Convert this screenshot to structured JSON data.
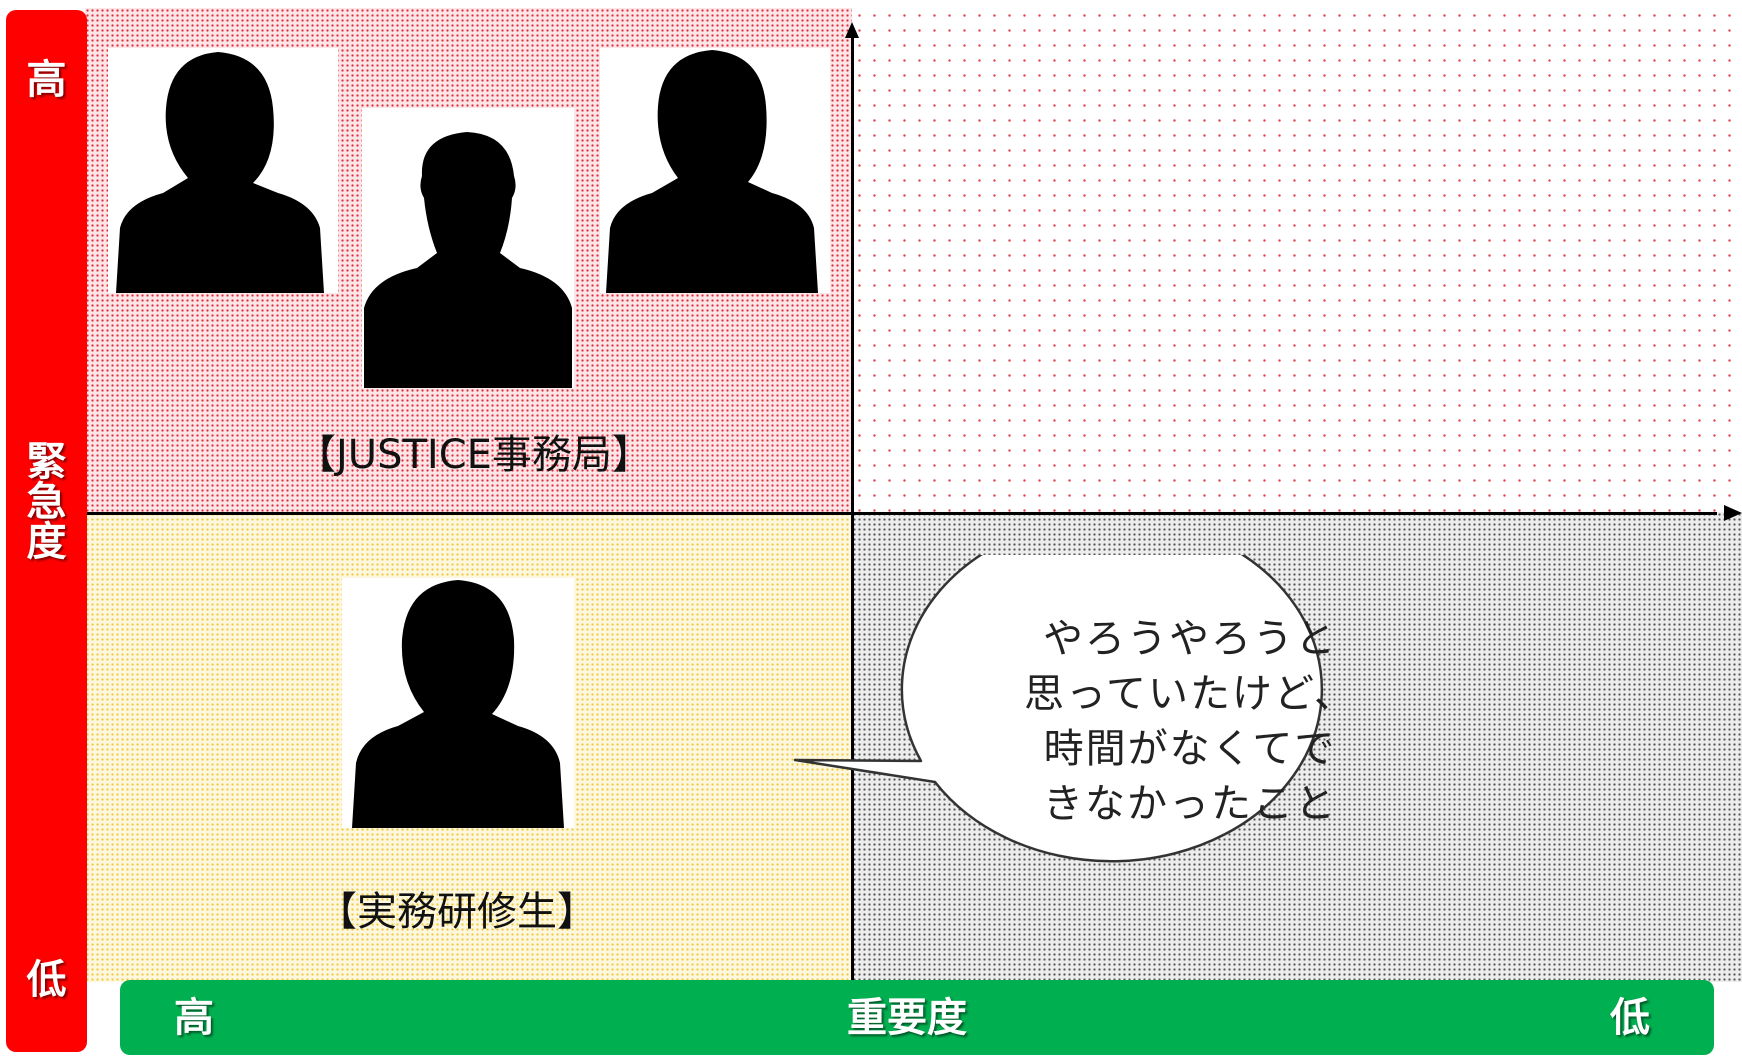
{
  "urgency_axis": {
    "label_top": "高",
    "label_title_chars": [
      "緊",
      "急",
      "度"
    ],
    "label_bottom": "低"
  },
  "importance_axis": {
    "label_left": "高",
    "label_title": "重要度",
    "label_right": "低"
  },
  "groups": {
    "secretariat": {
      "caption": "【JUSTICE事務局】"
    },
    "trainee": {
      "caption": "【実務研修生】"
    }
  },
  "speech_bubble": {
    "lines": [
      "やろうやろうと",
      "思っていたけど、",
      "時間がなくてで",
      "きなかったこと"
    ]
  },
  "colors": {
    "urgency_bar": "#ff0000",
    "importance_bar": "#00b050",
    "q_top_left": "#e02a3b",
    "q_top_right": "#e44a57",
    "q_bottom_left": "#f0c93b",
    "q_bottom_right": "#555555"
  },
  "icons": {
    "person_female": "person-silhouette-female-icon",
    "person_male": "person-silhouette-male-icon"
  }
}
